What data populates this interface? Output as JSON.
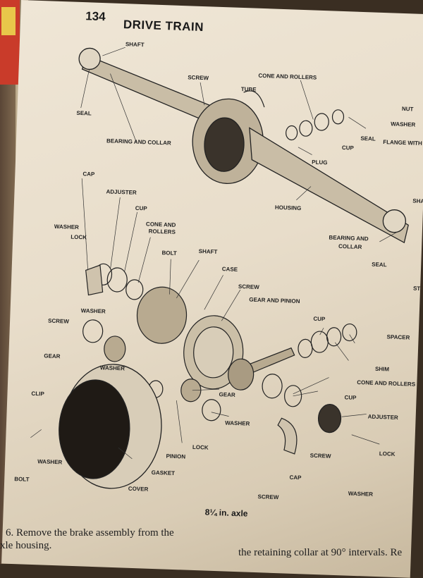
{
  "header": {
    "page_number": "134",
    "title": "DRIVE TRAIN"
  },
  "labels": {
    "shaft_top": "SHAFT",
    "seal_left": "SEAL",
    "bearing_and_collar_left": "BEARING AND COLLAR",
    "screw_top": "SCREW",
    "tube": "TUBE",
    "cone_and_rollers_top": "CONE AND ROLLERS",
    "nut": "NUT",
    "washer_top_right": "WASHER",
    "seal_right": "SEAL",
    "flange_with_guard": "FLANGE WITH GUA",
    "cup_top": "CUP",
    "plug": "PLUG",
    "shaft_right": "SHAF",
    "housing": "HOUSING",
    "bearing_and_collar_right_1": "BEARING AND",
    "bearing_and_collar_right_2": "COLLAR",
    "seal_lower_right": "SEAL",
    "stud": "STUD",
    "cap_left": "CAP",
    "adjuster_left": "ADJUSTER",
    "cup_left": "CUP",
    "washer_left": "WASHER",
    "lock_left": "LOCK",
    "cone_and_rollers_left_1": "CONE AND",
    "cone_and_rollers_left_2": "ROLLERS",
    "bolt_mid": "BOLT",
    "shaft_mid": "SHAFT",
    "case": "CASE",
    "screw_mid": "SCREW",
    "gear_and_pinion": "GEAR AND PINION",
    "screw_left": "SCREW",
    "washer_mid_left": "WASHER",
    "gear_left": "GEAR",
    "washer_lower": "WASHER",
    "cup_mid_right": "CUP",
    "spacer": "SPACER",
    "shim": "SHIM",
    "cone_and_rollers_right": "CONE AND ROLLERS",
    "cup_lower_right": "CUP",
    "gear_lower": "GEAR",
    "washer_lower_mid": "WASHER",
    "adjuster_right": "ADJUSTER",
    "clip": "CLIP",
    "lock_lower": "LOCK",
    "lock_right": "LOCK",
    "screw_lower_right": "SCREW",
    "pinion": "PINION",
    "washer_bottom_left": "WASHER",
    "gasket": "GASKET",
    "cap_lower": "CAP",
    "washer_bottom_right": "WASHER",
    "bolt_bottom": "BOLT",
    "cover": "COVER",
    "screw_bottom": "SCREW"
  },
  "caption": "8¼ in. axle",
  "body": {
    "left_line_1": "6. Remove the brake assembly from the",
    "left_line_2": "xle housing.",
    "right_line_1": "the retaining collar at 90° intervals. Re"
  }
}
